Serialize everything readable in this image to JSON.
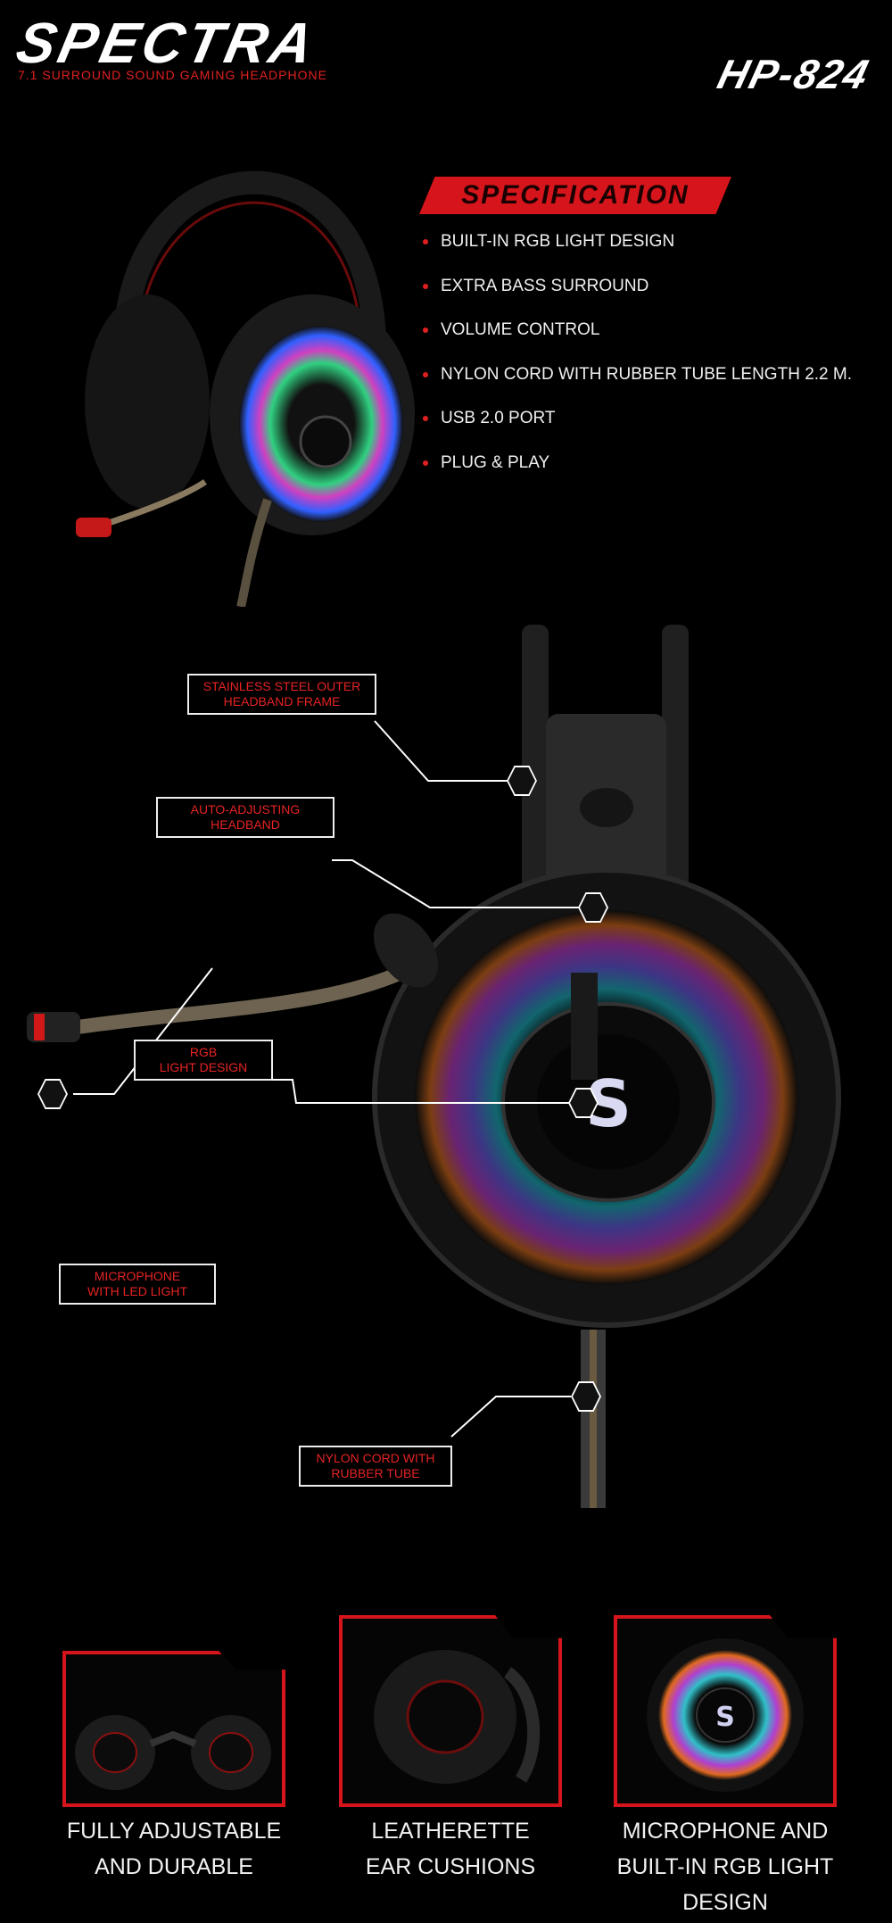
{
  "header": {
    "brand": "SPECTRA",
    "tagline": "7.1 SURROUND SOUND GAMING HEADPHONE",
    "model": "HP-824"
  },
  "specification": {
    "title": "SPECIFICATION",
    "items": [
      "BUILT-IN RGB LIGHT DESIGN",
      "EXTRA BASS SURROUND",
      "VOLUME CONTROL",
      "NYLON CORD WITH RUBBER TUBE LENGTH 2.2 M.",
      "USB 2.0 PORT",
      "PLUG & PLAY"
    ]
  },
  "callouts": {
    "frame": [
      "STAINLESS STEEL OUTER",
      "HEADBAND FRAME"
    ],
    "headband": [
      "AUTO-ADJUSTING",
      "HEADBAND"
    ],
    "rgb": [
      "RGB",
      "LIGHT DESIGN"
    ],
    "mic": [
      "MICROPHONE",
      "WITH LED LIGHT"
    ],
    "cord": [
      "NYLON CORD WITH",
      "RUBBER TUBE"
    ]
  },
  "features": [
    {
      "line1": "FULLY ADJUSTABLE",
      "line2": "AND DURABLE",
      "line3": ""
    },
    {
      "line1": "LEATHERETTE",
      "line2": "EAR CUSHIONS",
      "line3": ""
    },
    {
      "line1": "MICROPHONE AND",
      "line2": "BUILT-IN RGB LIGHT",
      "line3": "DESIGN"
    }
  ],
  "colors": {
    "accent": "#d5151b",
    "background": "#000000",
    "text": "#ffffff"
  }
}
